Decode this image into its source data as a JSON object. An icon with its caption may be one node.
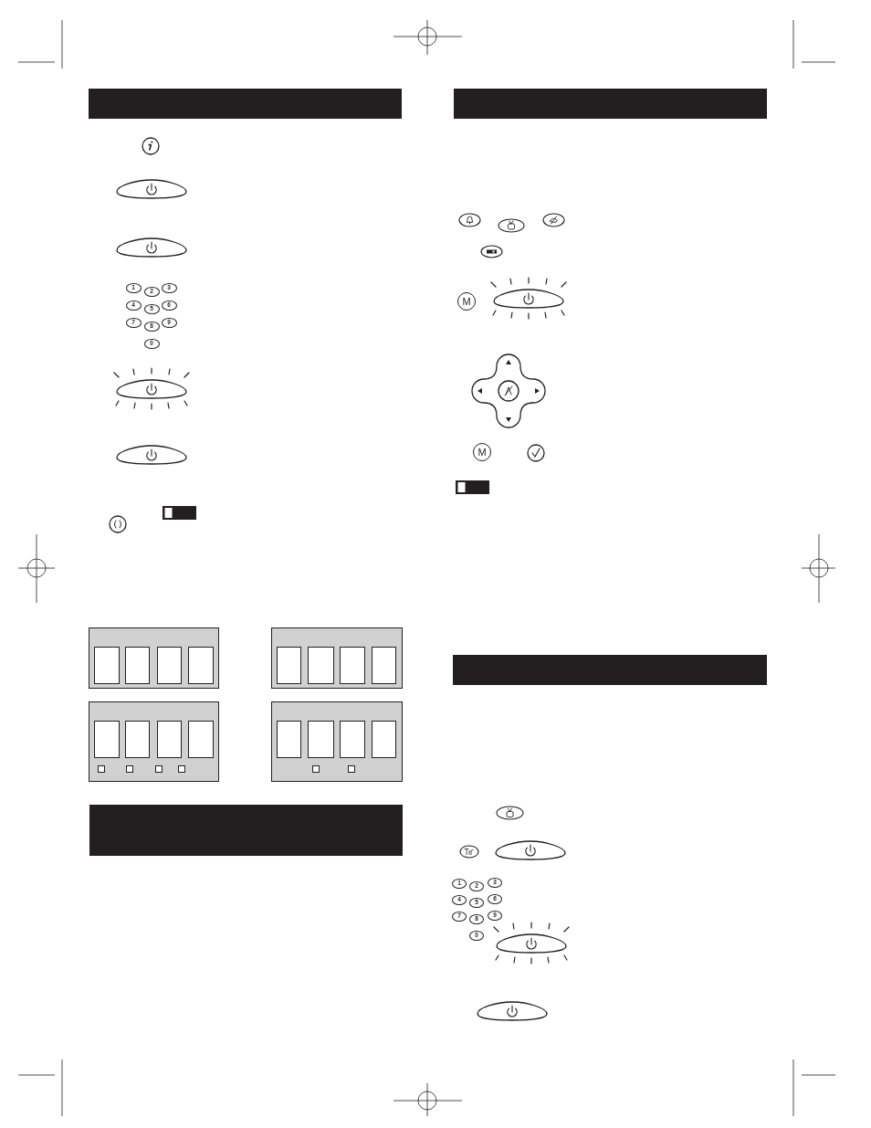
{
  "diagram": {
    "nodes": [
      {
        "text": [
          "1"
        ]
      },
      {
        "text": [
          "2"
        ]
      },
      {
        "text": [
          "3"
        ]
      },
      {
        "text": [
          "4"
        ]
      },
      {
        "text": [
          "5"
        ]
      },
      {
        "text": [
          "6"
        ]
      },
      {
        "text": [
          "7"
        ]
      },
      {
        "text": [
          "8"
        ]
      },
      {
        "text": [
          "9"
        ]
      },
      {
        "text": [
          "0"
        ]
      },
      {
        "text": [
          "M"
        ]
      },
      {
        "text": [
          "M"
        ]
      },
      {
        "text": [
          "1"
        ]
      },
      {
        "text": [
          "2"
        ]
      },
      {
        "text": [
          "3"
        ]
      },
      {
        "text": [
          "4"
        ]
      },
      {
        "text": [
          "5"
        ]
      },
      {
        "text": [
          "6"
        ]
      },
      {
        "text": [
          "7"
        ]
      },
      {
        "text": [
          "8"
        ]
      },
      {
        "text": [
          "9"
        ]
      },
      {
        "text": [
          "0"
        ]
      }
    ]
  }
}
